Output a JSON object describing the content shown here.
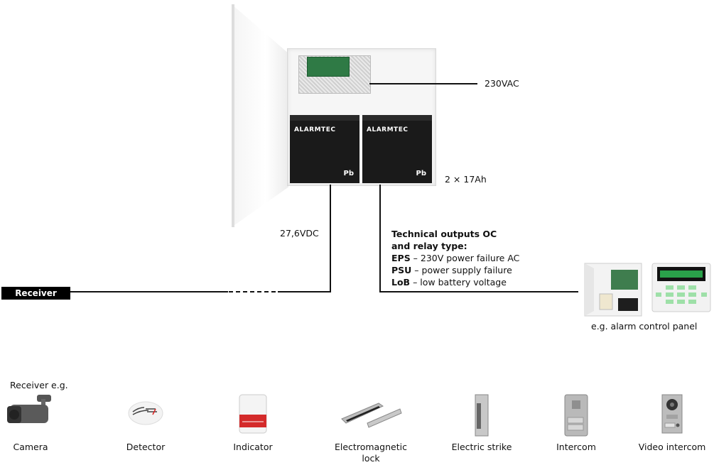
{
  "diagram": {
    "enclosure": {
      "battery_brand": "ALARMTEC",
      "battery_mark": "Pb"
    },
    "labels": {
      "input_voltage": "230VAC",
      "batteries": "2 × 17Ah",
      "output_voltage": "27,6VDC"
    },
    "receiver_tag": "Receiver",
    "technical_outputs": {
      "heading_line1": "Technical outputs OC",
      "heading_line2": "and relay type:",
      "items": [
        {
          "code": "EPS",
          "desc": " – 230V power failure AC"
        },
        {
          "code": "PSU",
          "desc": " – power supply failure"
        },
        {
          "code": "LoB",
          "desc": " – low battery voltage"
        }
      ]
    },
    "alarm_panel_caption": "e.g. alarm control panel",
    "receiver_examples_title": "Receiver e.g.",
    "devices": [
      {
        "label": "Camera",
        "icon": "camera-icon"
      },
      {
        "label": "Detector",
        "icon": "smoke-detector-icon"
      },
      {
        "label": "Indicator",
        "icon": "siren-indicator-icon"
      },
      {
        "label": "Electromagnetic lock",
        "icon": "electromagnetic-lock-icon"
      },
      {
        "label": "Electric strike",
        "icon": "electric-strike-icon"
      },
      {
        "label": "Intercom",
        "icon": "intercom-icon"
      },
      {
        "label": "Video intercom",
        "icon": "video-intercom-icon"
      }
    ]
  }
}
